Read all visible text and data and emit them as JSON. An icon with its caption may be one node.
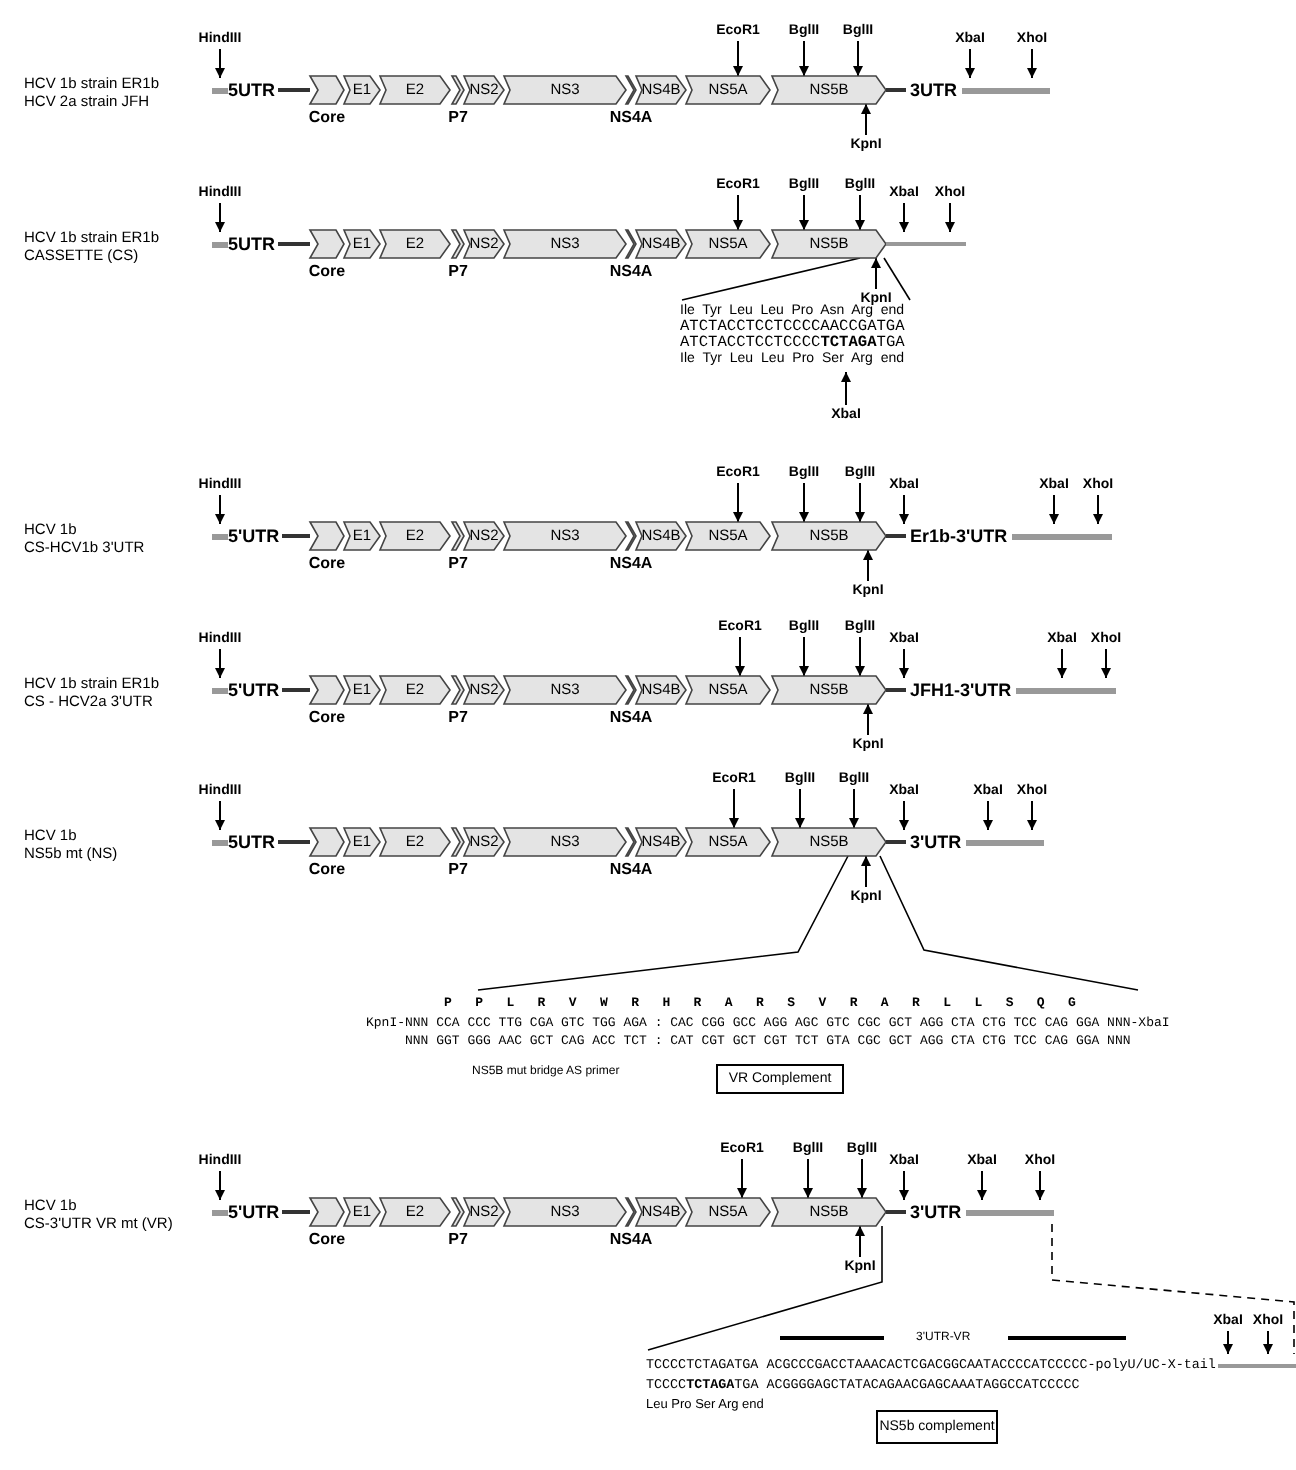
{
  "diagram": {
    "nodes": [
      {
        "text": [
          "HindIII"
        ]
      },
      {
        "text": [
          "5UTR"
        ]
      },
      {
        "text": [],
        "shape": "arrow",
        "beside": [
          "Core"
        ]
      },
      {
        "text": [
          "E1"
        ]
      },
      {
        "text": [
          "E2"
        ]
      },
      {
        "text": [],
        "shape": "arrow",
        "beside": [
          "P7"
        ]
      },
      {
        "text": [
          "NS2"
        ]
      },
      {
        "text": [
          "NS3"
        ]
      },
      {
        "text": [],
        "shape": "arrow",
        "beside": [
          "NS4A"
        ]
      },
      {
        "text": [
          "NS4B"
        ]
      },
      {
        "text": [
          "NS5A"
        ]
      },
      {
        "text": [
          "NS5B"
        ]
      },
      {
        "text": [
          "EcoR1"
        ]
      },
      {
        "text": [
          "BglII"
        ]
      },
      {
        "text": [
          "BglII"
        ]
      },
      {
        "text": [
          "KpnI"
        ]
      },
      {
        "text": [
          "3UTR"
        ]
      },
      {
        "text": [
          "XbaI"
        ]
      },
      {
        "text": [
          "XhoI"
        ]
      },
      {
        "text": [
          "HindIII"
        ]
      },
      {
        "text": [
          "5UTR"
        ]
      },
      {
        "text": [],
        "shape": "arrow",
        "beside": [
          "Core"
        ]
      },
      {
        "text": [
          "E1"
        ]
      },
      {
        "text": [
          "E2"
        ]
      },
      {
        "text": [],
        "shape": "arrow",
        "beside": [
          "P7"
        ]
      },
      {
        "text": [
          "NS2"
        ]
      },
      {
        "text": [
          "NS3"
        ]
      },
      {
        "text": [],
        "shape": "arrow",
        "beside": [
          "NS4A"
        ]
      },
      {
        "text": [
          "NS4B"
        ]
      },
      {
        "text": [
          "NS5A"
        ]
      },
      {
        "text": [
          "NS5B"
        ]
      },
      {
        "text": [
          "EcoR1"
        ]
      },
      {
        "text": [
          "BglII"
        ]
      },
      {
        "text": [
          "BglII"
        ]
      },
      {
        "text": [
          "XbaI"
        ]
      },
      {
        "text": [
          "KpnI"
        ]
      },
      {
        "text": [],
        "shape": "line"
      },
      {
        "text": [
          "XhoI"
        ]
      },
      {
        "text": [
          "Ile Tyr Leu Leu Pro Asn Arg end",
          "ATCTACCTCCTCCCCAACCGATGA",
          "ATCTACCTCCTCCCC**TCTAGA**TGA",
          "Ile Tyr Leu Leu Pro Ser Arg end"
        ]
      },
      {
        "text": [
          "XbaI"
        ]
      },
      {
        "text": [
          "HindIII"
        ]
      },
      {
        "text": [
          "5'UTR"
        ]
      },
      {
        "text": [],
        "shape": "arrow",
        "beside": [
          "Core"
        ]
      },
      {
        "text": [
          "E1"
        ]
      },
      {
        "text": [
          "E2"
        ]
      },
      {
        "text": [],
        "shape": "arrow",
        "beside": [
          "P7"
        ]
      },
      {
        "text": [
          "NS2"
        ]
      },
      {
        "text": [
          "NS3"
        ]
      },
      {
        "text": [],
        "shape": "arrow",
        "beside": [
          "NS4A"
        ]
      },
      {
        "text": [
          "NS4B"
        ]
      },
      {
        "text": [
          "NS5A"
        ]
      },
      {
        "text": [
          "NS5B"
        ]
      },
      {
        "text": [
          "EcoR1"
        ]
      },
      {
        "text": [
          "BglII"
        ]
      },
      {
        "text": [
          "BglII"
        ]
      },
      {
        "text": [
          "XbaI"
        ]
      },
      {
        "text": [
          "KpnI"
        ]
      },
      {
        "text": [
          "Er1b-3'UTR"
        ]
      },
      {
        "text": [
          "XbaI"
        ]
      },
      {
        "text": [
          "XhoI"
        ]
      },
      {
        "text": [
          "HindIII"
        ]
      },
      {
        "text": [
          "5'UTR"
        ]
      },
      {
        "text": [],
        "shape": "arrow",
        "beside": [
          "Core"
        ]
      },
      {
        "text": [
          "E1"
        ]
      },
      {
        "text": [
          "E2"
        ]
      },
      {
        "text": [],
        "shape": "arrow",
        "beside": [
          "P7"
        ]
      },
      {
        "text": [
          "NS2"
        ]
      },
      {
        "text": [
          "NS3"
        ]
      },
      {
        "text": [],
        "shape": "arrow",
        "beside": [
          "NS4A"
        ]
      },
      {
        "text": [
          "NS4B"
        ]
      },
      {
        "text": [
          "NS5A"
        ]
      },
      {
        "text": [
          "NS5B"
        ]
      },
      {
        "text": [
          "EcoR1"
        ]
      },
      {
        "text": [
          "BglII"
        ]
      },
      {
        "text": [
          "BglII"
        ]
      },
      {
        "text": [
          "XbaI"
        ]
      },
      {
        "text": [
          "KpnI"
        ]
      },
      {
        "text": [
          "JFH1-3'UTR"
        ]
      },
      {
        "text": [
          "XbaI"
        ]
      },
      {
        "text": [
          "XhoI"
        ]
      },
      {
        "text": [
          "HindIII"
        ]
      },
      {
        "text": [
          "5UTR"
        ]
      },
      {
        "text": [],
        "shape": "arrow",
        "beside": [
          "Core"
        ]
      },
      {
        "text": [
          "E1"
        ]
      },
      {
        "text": [
          "E2"
        ]
      },
      {
        "text": [],
        "shape": "arrow",
        "beside": [
          "P7"
        ]
      },
      {
        "text": [
          "NS2"
        ]
      },
      {
        "text": [
          "NS3"
        ]
      },
      {
        "text": [],
        "shape": "arrow",
        "beside": [
          "NS4A"
        ]
      },
      {
        "text": [
          "NS4B"
        ]
      },
      {
        "text": [
          "NS5A"
        ]
      },
      {
        "text": [
          "NS5B"
        ]
      },
      {
        "text": [
          "EcoR1"
        ]
      },
      {
        "text": [
          "BglII"
        ]
      },
      {
        "text": [
          "BglII"
        ]
      },
      {
        "text": [
          "XbaI"
        ]
      },
      {
        "text": [
          "KpnI"
        ]
      },
      {
        "text": [
          "3'UTR"
        ]
      },
      {
        "text": [
          "XbaI"
        ]
      },
      {
        "text": [
          "XhoI"
        ]
      },
      {
        "text": [
          "P P L R V W R H R A R S V R A R L L S Q G",
          "KpnI-NNN CCA CCC TTG CGA GTC TGG AGA : CAC CGG GCC AGG AGC GTC CGC GCT AGG CTA CTG TCC CAG GGA NNN-XbaI",
          "NNN GGT GGG AAC GCT CAG ACC TCT : CAT CGT GCT CGT TCT GTA CGC GCT AGG CTA CTG TCC CAG GGA NNN"
        ]
      },
      {
        "text": [
          "VR Complement"
        ]
      },
      {
        "text": [
          "HindIII"
        ]
      },
      {
        "text": [
          "5'UTR"
        ]
      },
      {
        "text": [],
        "shape": "arrow",
        "beside": [
          "Core"
        ]
      },
      {
        "text": [
          "E1"
        ]
      },
      {
        "text": [
          "E2"
        ]
      },
      {
        "text": [],
        "shape": "arrow",
        "beside": [
          "P7"
        ]
      },
      {
        "text": [
          "NS2"
        ]
      },
      {
        "text": [
          "NS3"
        ]
      },
      {
        "text": [],
        "shape": "arrow",
        "beside": [
          "NS4A"
        ]
      },
      {
        "text": [
          "NS4B"
        ]
      },
      {
        "text": [
          "NS5A"
        ]
      },
      {
        "text": [
          "NS5B"
        ]
      },
      {
        "text": [
          "EcoR1"
        ]
      },
      {
        "text": [
          "BglII"
        ]
      },
      {
        "text": [
          "BglII"
        ]
      },
      {
        "text": [
          "XbaI"
        ]
      },
      {
        "text": [
          "KpnI"
        ]
      },
      {
        "text": [
          "3'UTR"
        ]
      },
      {
        "text": [
          "XbaI"
        ]
      },
      {
        "text": [
          "XhoI"
        ]
      },
      {
        "text": [
          "TCCCCTCTAGATGA ACGCCCGACCTAAACACTCGACGGCAATACCCCATCCCCC-polyU/UC-X-tail",
          "TCCCC**TCTAGA**TGA ACGGGGAGCTATACAGAACGAGCAAATAGGCCATCCCCC",
          "Leu Pro Ser Arg end"
        ]
      },
      {
        "text": [],
        "shape": "line"
      },
      {
        "text": [
          "XbaI"
        ]
      },
      {
        "text": [
          "XhoI"
        ]
      },
      {
        "text": [
          "NS5b complement"
        ]
      }
    ],
    "edges": [
      {
        "from": 0,
        "to": 1,
        "arrow": "to"
      },
      {
        "from": 12,
        "to": 10,
        "arrow": "to"
      },
      {
        "from": 13,
        "to": 11,
        "arrow": "to"
      },
      {
        "from": 14,
        "to": 11,
        "arrow": "to"
      },
      {
        "from": 15,
        "to": 11,
        "arrow": "to"
      },
      {
        "from": 17,
        "to": 16,
        "arrow": "to"
      },
      {
        "from": 18,
        "to": 16,
        "arrow": "to"
      },
      {
        "from": 19,
        "to": 20,
        "arrow": "to"
      },
      {
        "from": 31,
        "to": 29,
        "arrow": "to"
      },
      {
        "from": 32,
        "to": 30,
        "arrow": "to"
      },
      {
        "from": 33,
        "to": 30,
        "arrow": "to"
      },
      {
        "from": 34,
        "to": 36,
        "arrow": "to"
      },
      {
        "from": 35,
        "to": 30,
        "arrow": "to"
      },
      {
        "from": 37,
        "to": 36,
        "arrow": "to"
      },
      {
        "from": 39,
        "to": 38,
        "arrow": "to"
      },
      {
        "from": 30,
        "to": 38,
        "arrow": "none"
      },
      {
        "from": 30,
        "to": 38,
        "arrow": "none"
      },
      {
        "from": 40,
        "to": 41,
        "arrow": "to"
      },
      {
        "from": 52,
        "to": 50,
        "arrow": "to"
      },
      {
        "from": 53,
        "to": 51,
        "arrow": "to"
      },
      {
        "from": 54,
        "to": 51,
        "arrow": "to"
      },
      {
        "from": 55,
        "to": 57,
        "arrow": "to"
      },
      {
        "from": 56,
        "to": 51,
        "arrow": "to"
      },
      {
        "from": 58,
        "to": 57,
        "arrow": "to"
      },
      {
        "from": 59,
        "to": 57,
        "arrow": "to"
      },
      {
        "from": 60,
        "to": 61,
        "arrow": "to"
      },
      {
        "from": 72,
        "to": 70,
        "arrow": "to"
      },
      {
        "from": 73,
        "to": 71,
        "arrow": "to"
      },
      {
        "from": 74,
        "to": 71,
        "arrow": "to"
      },
      {
        "from": 75,
        "to": 77,
        "arrow": "to"
      },
      {
        "from": 76,
        "to": 71,
        "arrow": "to"
      },
      {
        "from": 78,
        "to": 77,
        "arrow": "to"
      },
      {
        "from": 79,
        "to": 77,
        "arrow": "to"
      },
      {
        "from": 80,
        "to": 81,
        "arrow": "to"
      },
      {
        "from": 92,
        "to": 90,
        "arrow": "to"
      },
      {
        "from": 93,
        "to": 91,
        "arrow": "to"
      },
      {
        "from": 94,
        "to": 91,
        "arrow": "to"
      },
      {
        "from": 95,
        "to": 97,
        "arrow": "to"
      },
      {
        "from": 96,
        "to": 91,
        "arrow": "to"
      },
      {
        "from": 98,
        "to": 97,
        "arrow": "to"
      },
      {
        "from": 99,
        "to": 97,
        "arrow": "to"
      },
      {
        "from": 91,
        "to": 100,
        "arrow": "none"
      },
      {
        "from": 91,
        "to": 100,
        "arrow": "none"
      },
      {
        "from": 102,
        "to": 103,
        "arrow": "to"
      },
      {
        "from": 114,
        "to": 112,
        "arrow": "to"
      },
      {
        "from": 115,
        "to": 113,
        "arrow": "to"
      },
      {
        "from": 116,
        "to": 113,
        "arrow": "to"
      },
      {
        "from": 117,
        "to": 119,
        "arrow": "to"
      },
      {
        "from": 118,
        "to": 113,
        "arrow": "to"
      },
      {
        "from": 120,
        "to": 119,
        "arrow": "to"
      },
      {
        "from": 121,
        "to": 119,
        "arrow": "to"
      },
      {
        "from": 113,
        "to": 122,
        "arrow": "none"
      },
      {
        "from": 119,
        "to": 123,
        "arrow": "none",
        "style": "dashed"
      },
      {
        "from": 124,
        "to": 123,
        "arrow": "to"
      },
      {
        "from": 125,
        "to": 123,
        "arrow": "to"
      }
    ],
    "labels": [
      "HCV 1b strain ER1b",
      "HCV 2a strain JFH",
      "HCV 1b strain ER1b",
      "CASSETTE (CS)",
      "HCV 1b",
      "CS-HCV1b 3'UTR",
      "HCV 1b strain ER1b",
      "CS - HCV2a 3'UTR",
      "HCV 1b",
      "NS5b mt (NS)",
      "NS5B mut bridge AS primer",
      "HCV 1b",
      "CS-3'UTR VR mt (VR)",
      "3'UTR-VR"
    ]
  }
}
